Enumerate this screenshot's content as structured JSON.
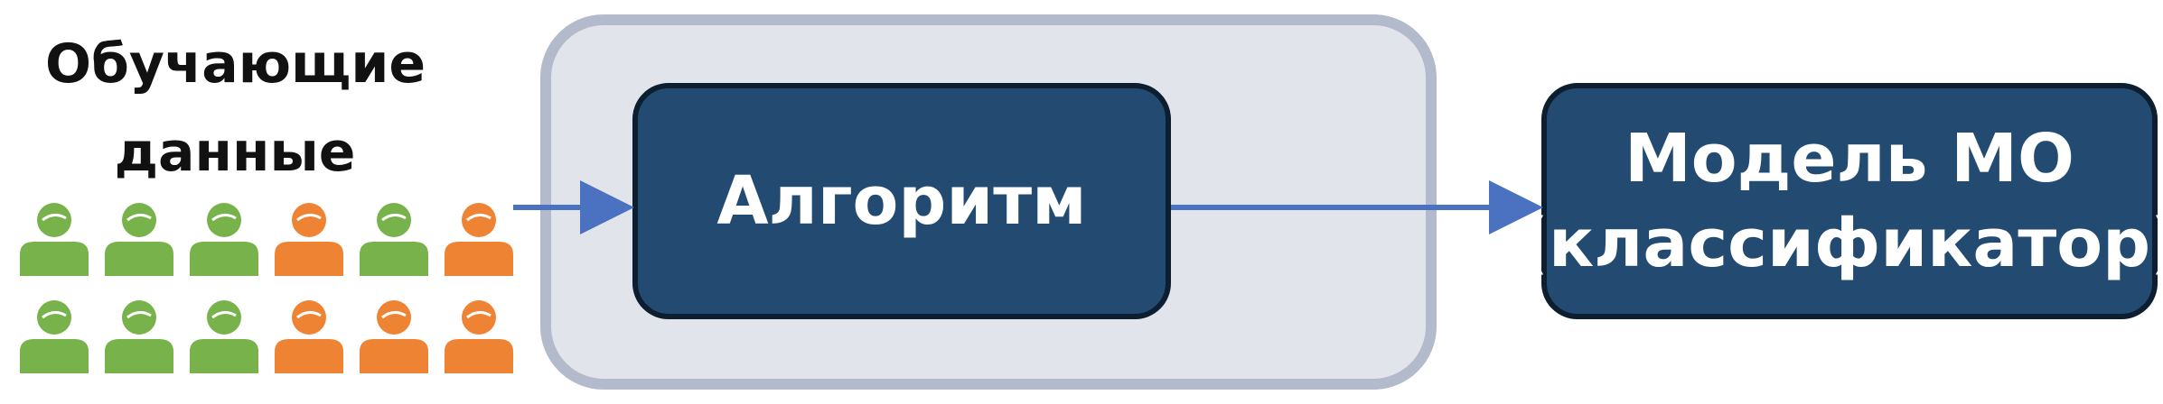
{
  "training_data": {
    "title": "Обучающие\nданные",
    "people": {
      "rows": [
        [
          "green",
          "green",
          "green",
          "orange",
          "green",
          "orange"
        ],
        [
          "green",
          "green",
          "green",
          "orange",
          "orange",
          "orange"
        ]
      ],
      "icon": "person-icon"
    }
  },
  "algorithm": {
    "label": "Алгоритм"
  },
  "model": {
    "line1": "Модель МО",
    "line2": "(классификатор)"
  },
  "colors": {
    "green": "#77b24a",
    "orange": "#ee8334",
    "box_fill": "#234b72",
    "box_border": "#0c1e2f",
    "outer_fill": "#e2e4ec",
    "outer_border": "#b2bacb",
    "arrow": "#4a72c0"
  }
}
